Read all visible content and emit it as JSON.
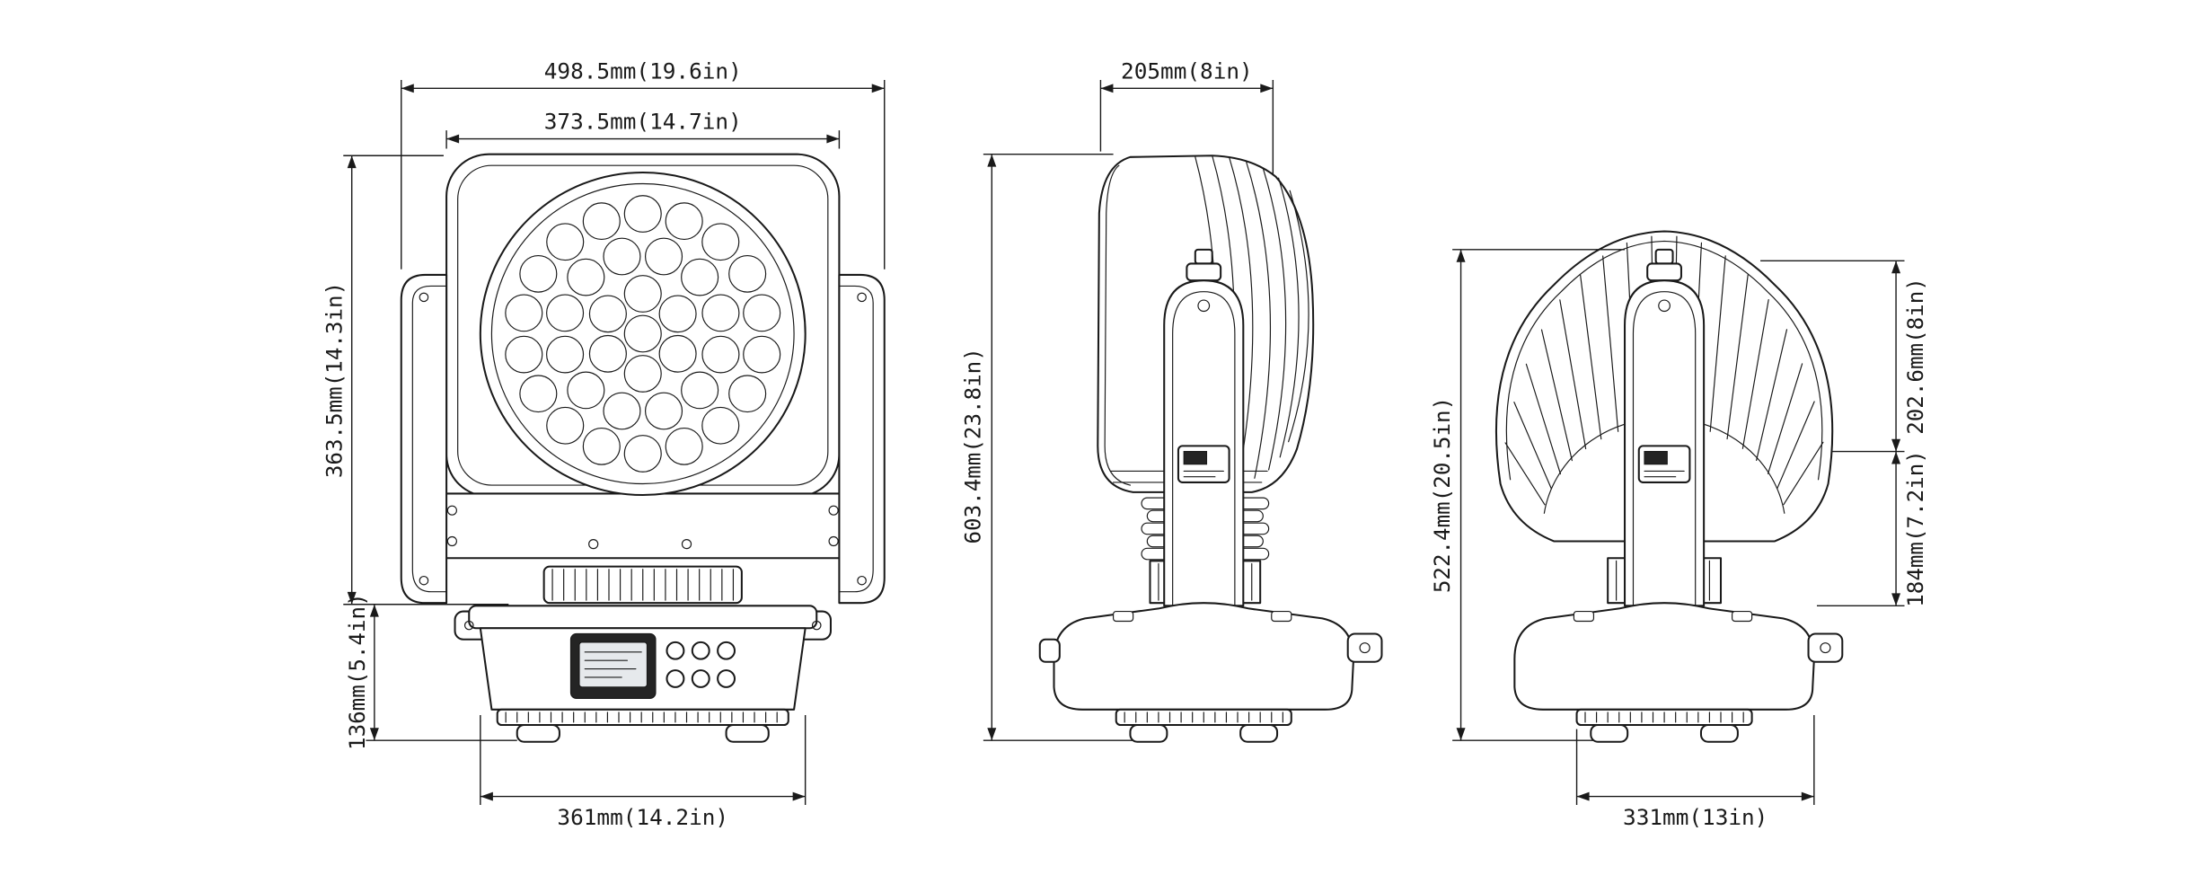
{
  "page": {
    "paper": "#ffffff",
    "ink": "#1a1a1a"
  },
  "views": {
    "front": {
      "dims": {
        "outer_width": "498.5mm(19.6in)",
        "head_width": "373.5mm(14.7in)",
        "head_height": "363.5mm(14.3in)",
        "base_height": "136mm(5.4in)",
        "base_width": "361mm(14.2in)"
      }
    },
    "side": {
      "dims": {
        "head_depth": "205mm(8in)",
        "total_height": "603.4mm(23.8in)"
      }
    },
    "rear": {
      "dims": {
        "yoke_height": "522.4mm(20.5in)",
        "upper_depth": "202.6mm(8in)",
        "lower_section": "184mm(7.2in)",
        "base_width": "331mm(13in)"
      }
    }
  }
}
